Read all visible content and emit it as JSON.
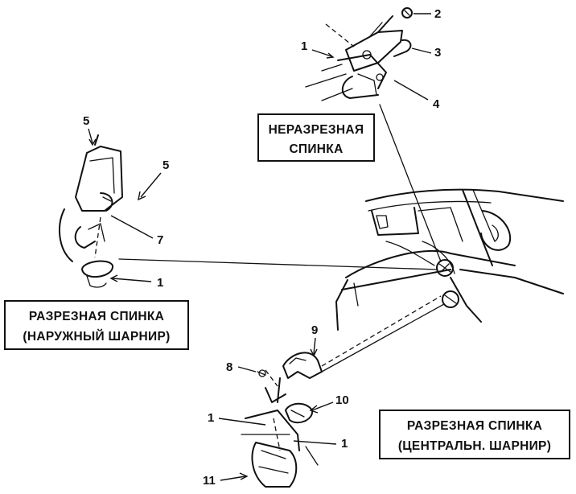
{
  "captions": {
    "solid_back_line1": "НЕРАЗРЕЗНАЯ",
    "solid_back_line2": "СПИНКА",
    "split_outer_line1": "РАЗРЕЗНАЯ СПИНКА",
    "split_outer_line2": "(НАРУЖНЫЙ ШАРНИР)",
    "split_center_line1": "РАЗРЕЗНАЯ СПИНКА",
    "split_center_line2": "(ЦЕНТРАЛЬН. ШАРНИР)"
  },
  "callouts": {
    "top_1": "1",
    "top_2": "2",
    "top_3": "3",
    "top_4": "4",
    "left_5a": "5",
    "left_5b": "5",
    "left_7": "7",
    "left_1": "1",
    "bottom_9": "9",
    "bottom_8": "8",
    "bottom_10": "10",
    "bottom_1a": "1",
    "bottom_1b": "1",
    "bottom_11": "11"
  }
}
